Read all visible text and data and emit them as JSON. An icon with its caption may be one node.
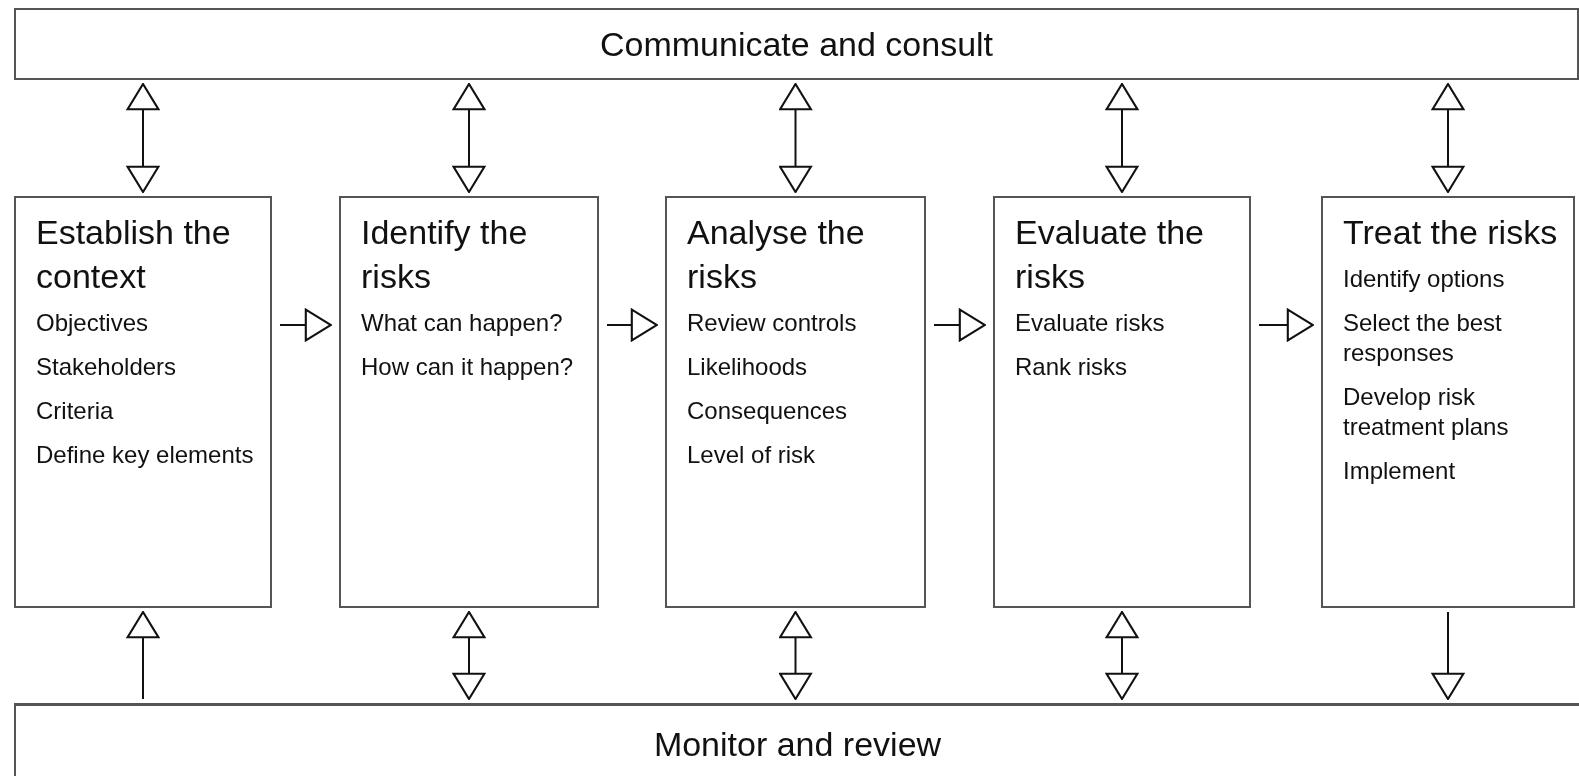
{
  "diagram": {
    "nodes": [
      {
        "text": [
          "Communicate and consult"
        ]
      },
      {
        "text": [
          "Establish the context",
          "Objectives",
          "Stakeholders",
          "Criteria",
          "Define key elements"
        ]
      },
      {
        "text": [
          "Identify the risks",
          "What can happen?",
          "How can it happen?"
        ]
      },
      {
        "text": [
          "Analyse the risks",
          "Review controls",
          "Likelihoods",
          "Consequences",
          "Level of risk"
        ]
      },
      {
        "text": [
          "Evaluate the risks",
          "Evaluate risks",
          "Rank risks"
        ]
      },
      {
        "text": [
          "Treat the risks",
          "Identify options",
          "Select the best responses",
          "Develop risk treatment plans",
          "Implement"
        ]
      },
      {
        "text": [
          "Monitor and review"
        ]
      }
    ],
    "edges": [
      {
        "from": 0,
        "to": 1,
        "arrow": "both"
      },
      {
        "from": 0,
        "to": 2,
        "arrow": "both"
      },
      {
        "from": 0,
        "to": 3,
        "arrow": "both"
      },
      {
        "from": 0,
        "to": 4,
        "arrow": "both"
      },
      {
        "from": 0,
        "to": 5,
        "arrow": "both"
      },
      {
        "from": 1,
        "to": 2,
        "arrow": "to"
      },
      {
        "from": 2,
        "to": 3,
        "arrow": "to"
      },
      {
        "from": 3,
        "to": 4,
        "arrow": "to"
      },
      {
        "from": 4,
        "to": 5,
        "arrow": "to"
      },
      {
        "from": 6,
        "to": 1,
        "arrow": "to"
      },
      {
        "from": 2,
        "to": 6,
        "arrow": "both"
      },
      {
        "from": 3,
        "to": 6,
        "arrow": "both"
      },
      {
        "from": 4,
        "to": 6,
        "arrow": "both"
      },
      {
        "from": 5,
        "to": 6,
        "arrow": "to"
      }
    ]
  }
}
